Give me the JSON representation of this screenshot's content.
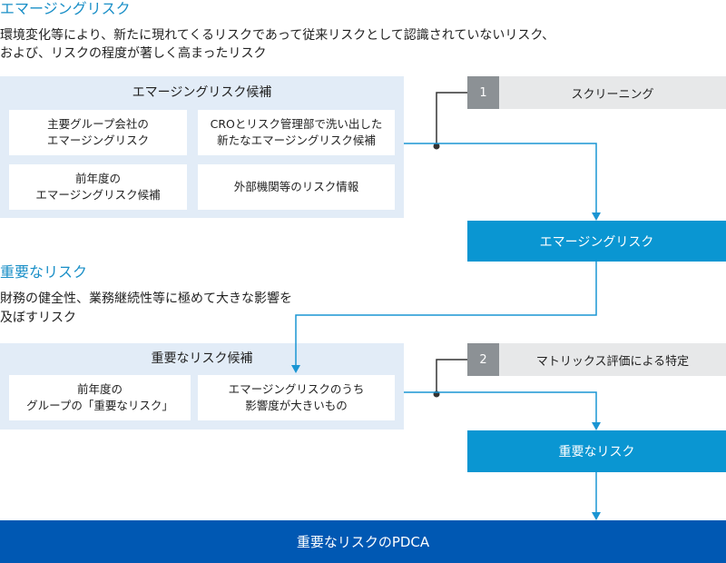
{
  "emerging": {
    "heading": "エマージングリスク",
    "desc_line1": "環境変化等により、新たに現れてくるリスクであって従来リスクとして認識されていないリスク、",
    "desc_line2": "および、リスクの程度が著しく高まったリスク",
    "candidates": {
      "title": "エマージングリスク候補",
      "cells": [
        {
          "line1": "主要グループ会社の",
          "line2": "エマージングリスク"
        },
        {
          "line1": "CROとリスク管理部で洗い出した",
          "line2": "新たなエマージングリスク候補"
        },
        {
          "line1": "前年度の",
          "line2": "エマージングリスク候補"
        },
        {
          "line1": "外部機関等のリスク情報",
          "line2": ""
        }
      ]
    },
    "step": {
      "number": "1",
      "label": "スクリーニング"
    },
    "result_label": "エマージングリスク"
  },
  "important": {
    "heading": "重要なリスク",
    "desc_line1": "財務の健全性、業務継続性等に極めて大きな影響を",
    "desc_line2": "及ぼすリスク",
    "candidates": {
      "title": "重要なリスク候補",
      "cells": [
        {
          "line1": "前年度の",
          "line2": "グループの「重要なリスク」"
        },
        {
          "line1": "エマージングリスクのうち",
          "line2": "影響度が大きいもの"
        }
      ]
    },
    "step": {
      "number": "2",
      "label": "マトリックス評価による特定"
    },
    "result_label": "重要なリスク"
  },
  "pdca_label": "重要なリスクのPDCA",
  "colors": {
    "heading": "#1a8fc7",
    "group_bg": "#e2ecf7",
    "step_number_bg": "#8c9195",
    "step_label_bg": "#e7e8e9",
    "result_bg": "#0a96d2",
    "pdca_bg": "#0058b3",
    "connector_blue": "#1a95d3",
    "connector_dark": "#333333"
  }
}
